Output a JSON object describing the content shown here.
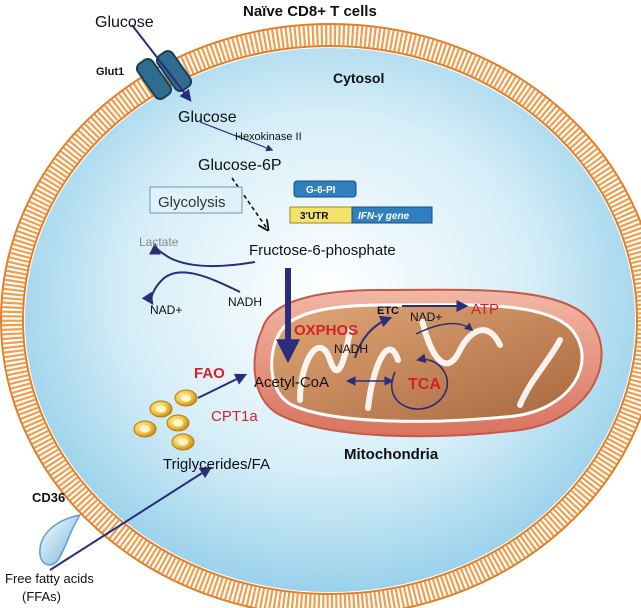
{
  "title": "Naïve  CD8+ T  cells",
  "compartments": {
    "cytosol": "Cytosol",
    "mitochondria": "Mitochondria"
  },
  "transporters": {
    "glut1": "Glut1",
    "cd36": "CD36"
  },
  "metabolites": {
    "glucose_outside": "Glucose",
    "glucose_inside": "Glucose",
    "glucose_6p": "Glucose-6P",
    "fructose_6p": "Fructose-6-phosphate",
    "lactate": "Lactate",
    "nadh_cytosol": "NADH",
    "nad_cytosol": "NAD+",
    "acetyl_coa": "Acetyl-CoA",
    "nadh_mito": "NADH",
    "nad_mito": "NAD+",
    "atp": "ATP",
    "triglycerides": "Triglycerides/FA",
    "ffa_line1": "Free fatty acids",
    "ffa_line2": "(FFAs)"
  },
  "enzymes": {
    "hexokinase": "Hexokinase II",
    "g6pi": "G-6-PI",
    "cpt1a": "CPT1a"
  },
  "gene": {
    "utr": "3'UTR",
    "ifn": "IFN-γ gene"
  },
  "pathways": {
    "glycolysis": "Glycolysis",
    "oxphos": "OXPHOS",
    "etc": "ETC",
    "tca": "TCA",
    "fao": "FAO"
  },
  "colors": {
    "arrow": "#2b2d7c",
    "red_label": "#d42027",
    "membrane": "#f09d4e",
    "cytosol_fill": "#bfe3f3",
    "mito_outer": "#e58c7c",
    "mito_inner": "#c58a5a"
  }
}
